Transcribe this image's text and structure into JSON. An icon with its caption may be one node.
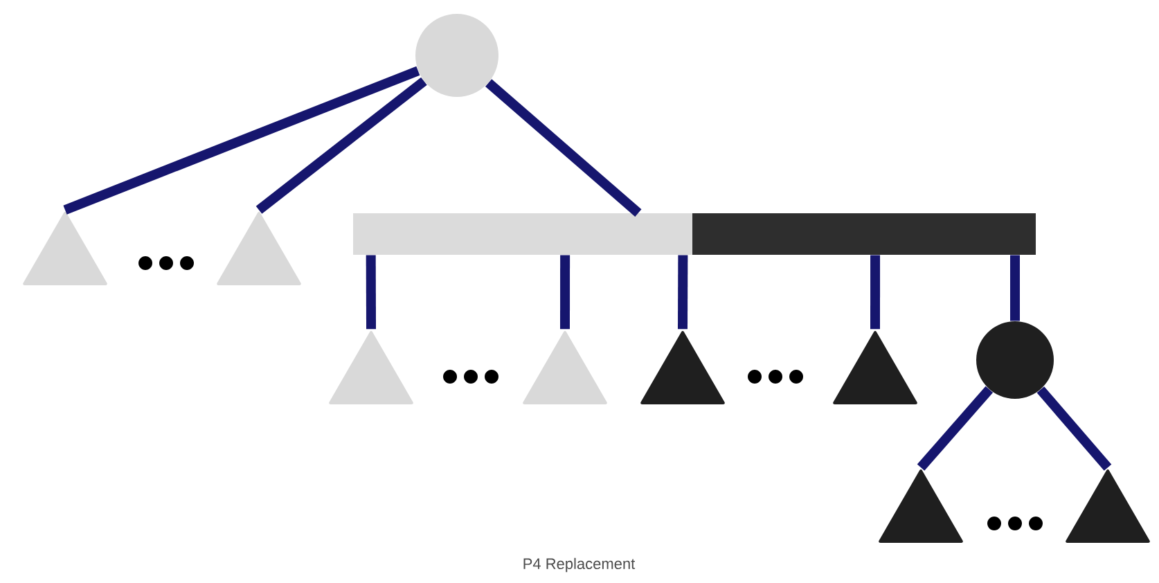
{
  "diagram": {
    "caption": "P4 Replacement",
    "nodes": [
      {
        "text": [],
        "shape": "circle"
      },
      {
        "text": [],
        "shape": "triangle"
      },
      {
        "text": [],
        "shape": "triangle"
      },
      {
        "text": [],
        "shape": "bar"
      },
      {
        "text": [],
        "shape": "bar"
      },
      {
        "text": [],
        "shape": "triangle"
      },
      {
        "text": [],
        "shape": "triangle"
      },
      {
        "text": [],
        "shape": "triangle"
      },
      {
        "text": [],
        "shape": "triangle"
      },
      {
        "text": [],
        "shape": "circle"
      },
      {
        "text": [],
        "shape": "triangle"
      },
      {
        "text": [],
        "shape": "triangle"
      }
    ],
    "edges": [
      {
        "from": 0,
        "to": 1,
        "arrow": "none"
      },
      {
        "from": 0,
        "to": 2,
        "arrow": "none"
      },
      {
        "from": 0,
        "to": 3,
        "arrow": "none"
      },
      {
        "from": 3,
        "to": 5,
        "arrow": "none"
      },
      {
        "from": 3,
        "to": 6,
        "arrow": "none"
      },
      {
        "from": 3,
        "to": 7,
        "arrow": "none"
      },
      {
        "from": 4,
        "to": 8,
        "arrow": "none"
      },
      {
        "from": 4,
        "to": 9,
        "arrow": "none"
      },
      {
        "from": 9,
        "to": 10,
        "arrow": "none"
      },
      {
        "from": 9,
        "to": 11,
        "arrow": "none"
      }
    ]
  }
}
